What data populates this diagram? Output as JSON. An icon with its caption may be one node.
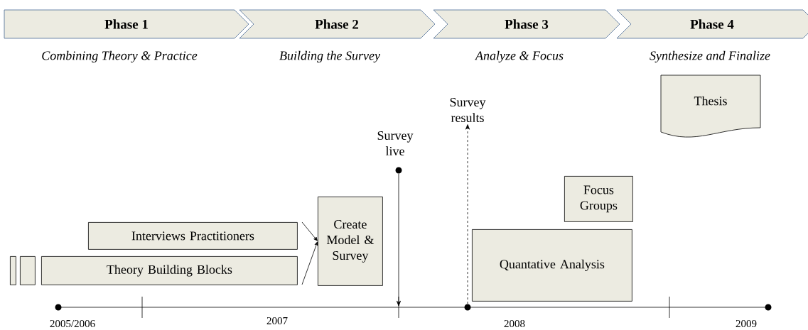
{
  "diagram": {
    "nodes": [
      {
        "text": [
          "Phase 1"
        ],
        "beside": [
          "Combining Theory & Practice"
        ]
      },
      {
        "text": [
          "Phase 2"
        ],
        "beside": [
          "Building the Survey"
        ]
      },
      {
        "text": [
          "Phase 3"
        ],
        "beside": [
          "Analyze & Focus"
        ]
      },
      {
        "text": [
          "Phase 4"
        ],
        "beside": [
          "Synthesize and Finalize"
        ]
      },
      {
        "text": [
          "Thesis"
        ]
      },
      {
        "text": [
          "Survey results"
        ]
      },
      {
        "text": [],
        "shape": "circle",
        "beside": [
          "Survey live"
        ]
      },
      {
        "text": [
          "Focus Groups"
        ]
      },
      {
        "text": [
          "Interviews Practitioners"
        ]
      },
      {
        "text": [
          "Create Model & Survey"
        ]
      },
      {
        "text": [],
        "shape": "box"
      },
      {
        "text": [],
        "shape": "box"
      },
      {
        "text": [
          "Theory Building Blocks"
        ]
      },
      {
        "text": [
          "Quantative Analysis"
        ]
      },
      {
        "text": [],
        "shape": "circle"
      }
    ],
    "edges": [
      {
        "from": 8,
        "to": 9,
        "arrow": "to"
      },
      {
        "from": 12,
        "to": 9,
        "arrow": "to"
      },
      {
        "from": 6,
        "to": null,
        "arrow": "to"
      },
      {
        "from": 14,
        "to": 5,
        "arrow": "to",
        "style": "dashed"
      }
    ],
    "labels": [
      "2005/2006",
      "2007",
      "2008",
      "2009"
    ]
  }
}
